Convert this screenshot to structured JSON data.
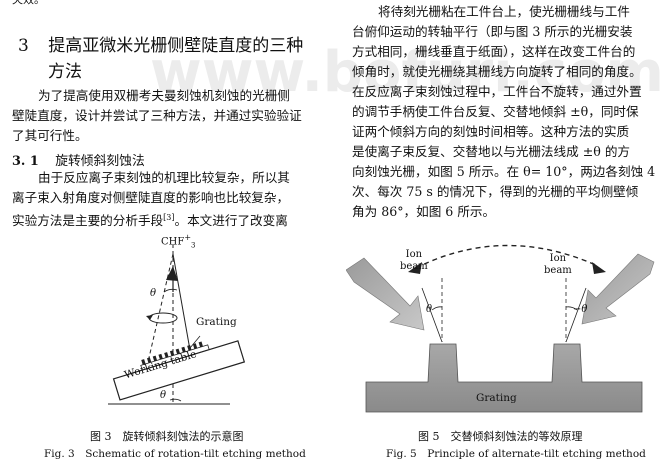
{
  "top_fragment": "失效。",
  "section3": {
    "number": "3",
    "title_line1": "提高亚微米光栅侧壁陡直度的三种",
    "title_line2": "方法"
  },
  "intro_lines": [
    "为了提高使用双栅考夫曼刻蚀机刻蚀的光栅侧",
    "壁陡直度，设计并尝试了三种方法，并通过实验验证",
    "了其可行性。"
  ],
  "subsection31": {
    "number": "3. 1",
    "title": "旋转倾斜刻蚀法"
  },
  "sub31_lines": [
    "由于反应离子束刻蚀的机理比较复杂，所以其",
    "离子束入射角度对侧壁陡直度的影响也比较复杂，",
    "实验方法是主要的分析手段",
    "。本文进行了改变离"
  ],
  "sub31_cite": "[3]",
  "right_lines": [
    "将待刻光栅粘在工件台上，使光栅栅线与工件",
    "台俯仰运动的转轴平行（即与图 3 所示的光栅安装",
    "方式相同，栅线垂直于纸面），这样在改变工件台的",
    "倾角时，就使光栅绕其栅线方向旋转了相同的角度。",
    "在反应离子束刻蚀过程中，工件台不旋转，通过外置",
    "的调节手柄使工件台反复、交替地倾斜 ±θ，同时保",
    "证两个倾斜方向的刻蚀时间相等。这种方法的实质",
    "是使离子束反复、交替地以与光栅法线成 ±θ 的方",
    "向刻蚀光栅，如图 5 所示。在 θ= 10°，两边各刻蚀 4",
    "次、每次 75 s 的情况下，得到的光栅的平均侧壁倾",
    "角为 86°，如图 6 所示。"
  ],
  "fig3": {
    "label_chf": "CHF",
    "label_chf_sup": "+",
    "label_chf_sub": "3",
    "label_theta_top": "θ",
    "label_grating": "Grating",
    "label_table": "Working table",
    "label_theta_bottom": "θ",
    "caption_cn": "图 3　旋转倾斜刻蚀法的示意图",
    "caption_en": "Fig. 3　Schematic of rotation-tilt etching method"
  },
  "fig5": {
    "ion_left_1": "Ion",
    "ion_left_2": "beam",
    "ion_right_1": "Ion",
    "ion_right_2": "beam",
    "theta_left": "θ",
    "theta_right": "−θ",
    "label_grating": "Grating",
    "caption_cn": "图 5　交替倾斜刻蚀法的等效原理",
    "caption_en": "Fig. 5　Principle of alternate-tilt etching method"
  },
  "watermark": "www.bofuri.com"
}
